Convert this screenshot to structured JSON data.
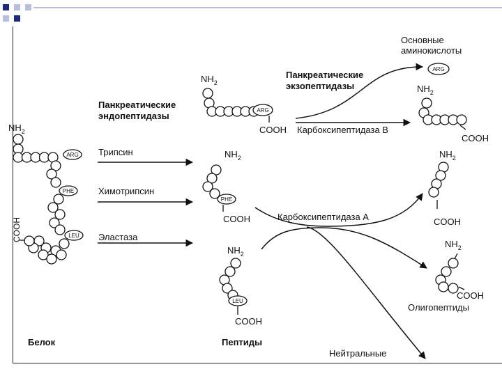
{
  "labels": {
    "nh2": "NH",
    "sub2": "2",
    "cooh": "COOH",
    "arg": "ARG",
    "phe": "PHE",
    "leu": "LEU",
    "basic_amino_l1": "Основные",
    "basic_amino_l2": "аминокислоты",
    "exo_l1": "Панкреатические",
    "exo_l2": "экзопептидазы",
    "endo_l1": "Панкреатические",
    "endo_l2": "эндопептидазы",
    "trypsin": "Трипсин",
    "chymotrypsin": "Химотрипсин",
    "elastase": "Эластаза",
    "carboxy_b": "Карбоксипептидаза В",
    "carboxy_a": "Карбоксипептидаза А",
    "oligopeptides": "Олигопептиды",
    "protein": "Белок",
    "peptides": "Пептиды",
    "neutral": "Нейтральные"
  },
  "colors": {
    "ink": "#111111",
    "deco_dark": "#1f2a78",
    "deco_light": "#b9bedf"
  }
}
